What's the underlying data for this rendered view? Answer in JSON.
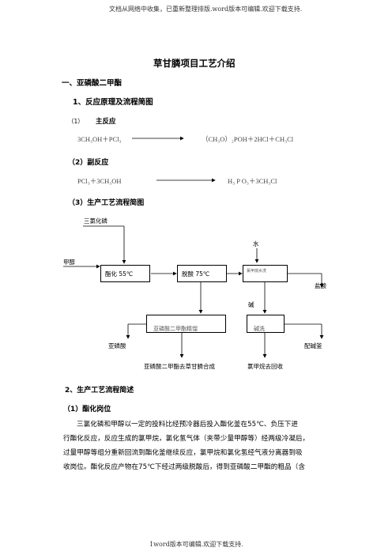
{
  "header": "文档从网络中收集，已重新整理排版.word版本可编辑.欢迎下载支持.",
  "footer": "1word版本可编辑.欢迎下载支持.",
  "title": "草甘膦项目工艺介绍",
  "section1": "一、亚磷酸二甲酯",
  "s1_1": "1、反应原理及流程简图",
  "main_reaction": {
    "label_num": "（1）",
    "label": "主反应",
    "lhs": "3CH₃OH＋PCl₃",
    "rhs": "（CH₃O）₂POH＋2HCl＋CH₃Cl"
  },
  "side_reaction": {
    "label": "（2）副反应",
    "lhs": "PCl₃＋3CH₃OH",
    "rhs": "H₃ P O₃＋3CH₃Cl"
  },
  "flow_heading": "（3）生产工艺流程简图",
  "flow": {
    "pcl3": "三氯化磷",
    "water": "水",
    "methanol": "甲醇",
    "esterify": "酯化 55℃",
    "deacid": "脱酸 75℃",
    "box3": "氯甲烷水洗",
    "hcl_acid": "盐酸",
    "alkali": "碱",
    "box4": "亚磷酸二甲酯精馏",
    "box5": "碱洗",
    "phosphorous_acid": "亚磷酸",
    "alkali_lye": "配碱釜",
    "to_glyphosate": "亚磷酸二甲酯去草甘膦合成",
    "mecl_recovery": "氯甲烷去回收"
  },
  "s1_2": "2、生产工艺流程简述",
  "s1_2_1": "（1）酯化岗位",
  "paragraph": [
    "三氯化磷和甲醇以一定的投料比经预冷器后投入酯化釜在55℃、负压下进",
    "行酯化反应，反应生成的氯甲烷，氯化氢气体（夹带少量甲醇等）经两级冷凝后，",
    "过量甲醇等组分重新回流到酯化釜继续反应，氯甲烷和氯化氢经气液分离器到吸",
    "收岗位。酯化反应产物在75℃下经过两级脱酸后，得到亚磷酸二甲酯的粗品（含"
  ]
}
